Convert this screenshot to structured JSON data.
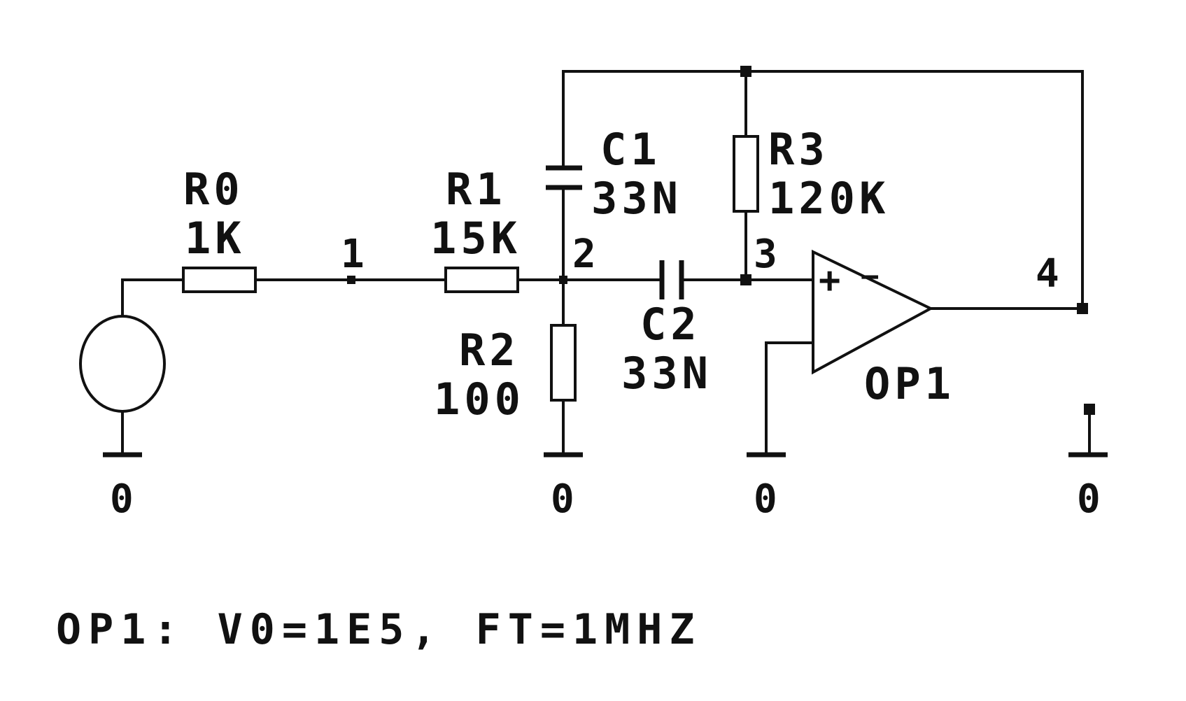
{
  "components": {
    "r0": {
      "name": "R0",
      "value": "1K"
    },
    "r1": {
      "name": "R1",
      "value": "15K"
    },
    "r2": {
      "name": "R2",
      "value": "100"
    },
    "r3": {
      "name": "R3",
      "value": "120K"
    },
    "c1": {
      "name": "C1",
      "value": "33N"
    },
    "c2": {
      "name": "C2",
      "value": "33N"
    },
    "op1": {
      "name": "OP1",
      "plus_sign": "+",
      "minus_sign": "−"
    }
  },
  "nodes": {
    "n1": "1",
    "n2": "2",
    "n3": "3",
    "n4": "4"
  },
  "grounds": {
    "g1": "0",
    "g2": "0",
    "g3": "0",
    "g4": "0"
  },
  "footnote": "OP1: V0=1E5, FT=1MHZ",
  "colors": {
    "ink": "#111111",
    "paper": "#ffffff"
  }
}
